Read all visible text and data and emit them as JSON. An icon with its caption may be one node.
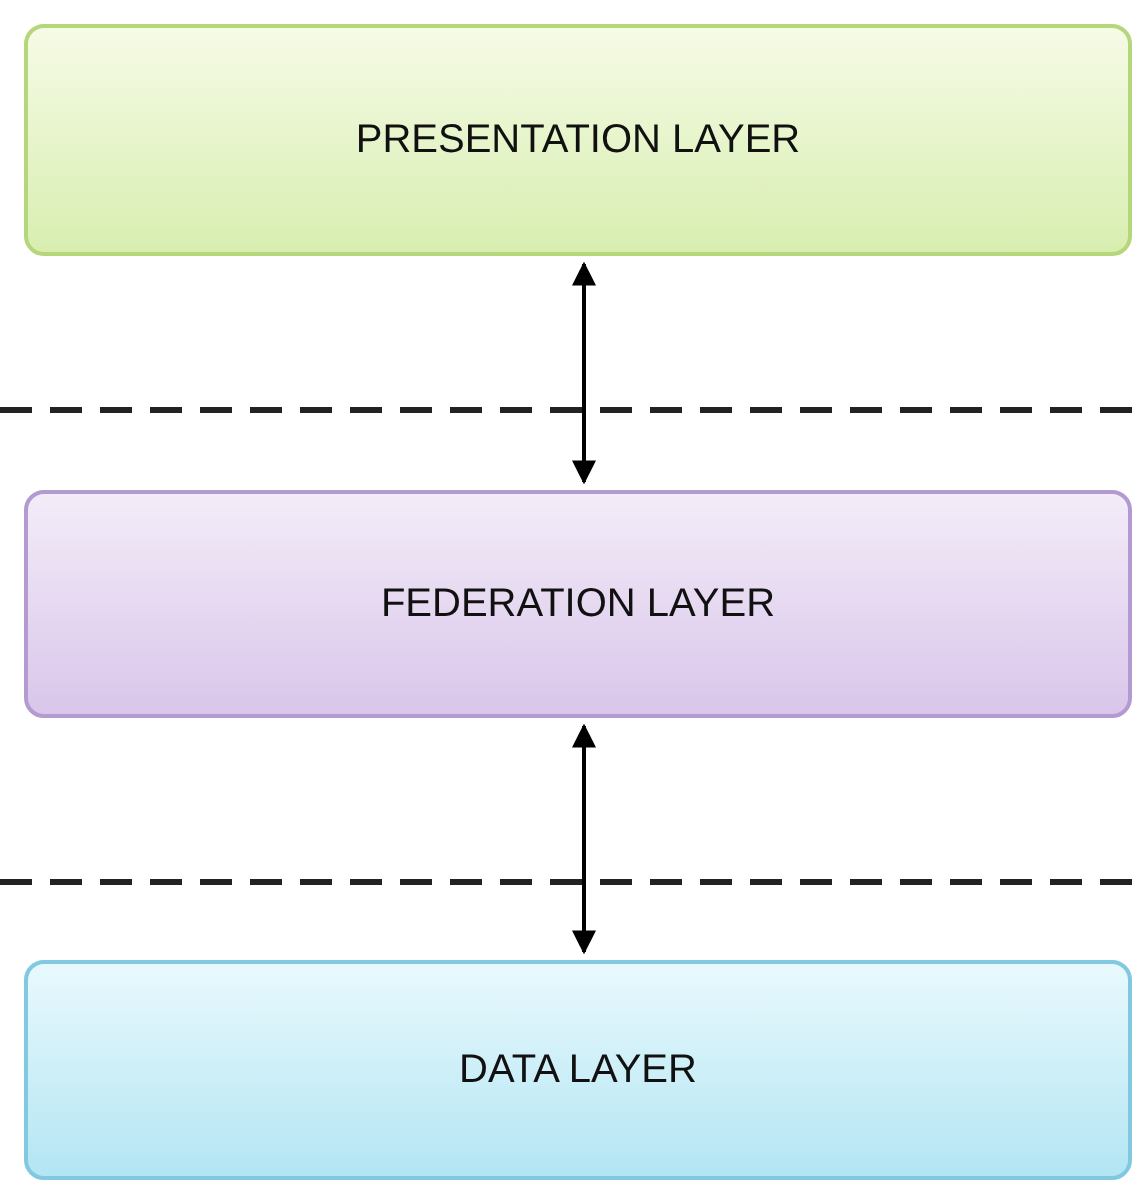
{
  "diagram": {
    "nodes": [
      {
        "text": [
          "PRESENTATION LAYER"
        ]
      },
      {
        "text": [
          "FEDERATION LAYER"
        ]
      },
      {
        "text": [
          "DATA LAYER"
        ]
      }
    ],
    "edges": [
      {
        "from": 0,
        "to": 1,
        "arrow": "both"
      },
      {
        "from": 1,
        "to": 2,
        "arrow": "both"
      }
    ]
  }
}
